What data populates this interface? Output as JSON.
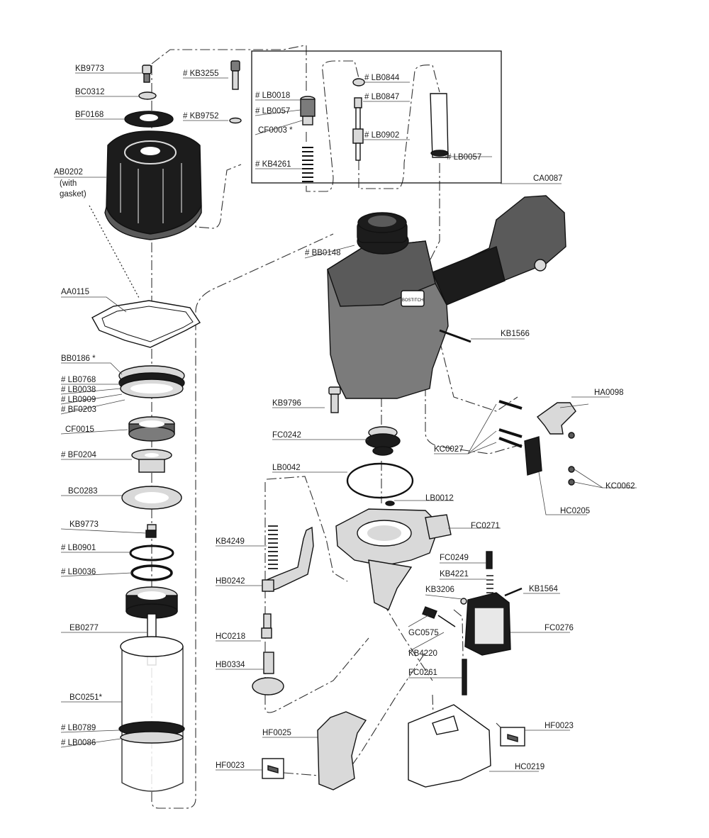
{
  "labels": {
    "kb9773_top": "KB9773",
    "bc0312": "BC0312",
    "bf0168": "BF0168",
    "ab0202": "AB0202",
    "ab0202_with": "(with",
    "ab0202_gasket": "gasket)",
    "kb3255": "# KB3255",
    "kb9752": "# KB9752",
    "lb0018": "# LB0018",
    "lb0057_left": "# LB0057",
    "cf0003": "CF0003 *",
    "kb4261": "# KB4261",
    "lb0844": "# LB0844",
    "lb0847": "# LB0847",
    "lb0902": "# LB0902",
    "lb0057_right": "# LB0057",
    "ca0087": "CA0087",
    "bb0148": "# BB0148",
    "aa0115": "AA0115",
    "bb0186": "BB0186 *",
    "lb0768": "# LB0768",
    "lb0038": "# LB0038",
    "lb0909": "# LB0909",
    "bf0203": "# BF0203",
    "cf0015": "CF0015",
    "bf0204": "# BF0204",
    "bc0283": "BC0283",
    "kb9773_mid": "KB9773",
    "lb0901": "# LB0901",
    "lb0036": "# LB0036",
    "eb0277": "EB0277",
    "bc0251": "BC0251*",
    "lb0789": "# LB0789",
    "lb0086": "# LB0086",
    "kb1566": "KB1566",
    "kb9796": "KB9796",
    "ha0098": "HA0098",
    "fc0242": "FC0242",
    "kc0027": "KC0027",
    "lb0042": "LB0042",
    "kc0062": "KC0062",
    "lb0012": "LB0012",
    "hc0205": "HC0205",
    "fc0271": "FC0271",
    "kb4249": "KB4249",
    "fc0249": "FC0249",
    "kb4221": "KB4221",
    "hb0242": "HB0242",
    "kb3206": "KB3206",
    "kb1564": "KB1564",
    "gc0575": "GC0575",
    "fc0276": "FC0276",
    "hc0218": "HC0218",
    "kb4220": "KB4220",
    "hb0334": "HB0334",
    "fc0261": "FC0261",
    "hf0025": "HF0025",
    "hf0023_right": "HF0023",
    "hf0023_left": "HF0023",
    "hc0219": "HC0219"
  },
  "tool_brand": "BOSTITCH"
}
